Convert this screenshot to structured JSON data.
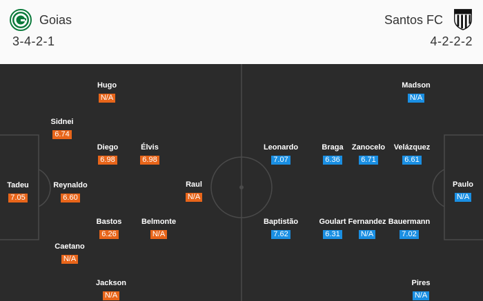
{
  "home": {
    "name": "Goias",
    "formation": "3-4-2-1",
    "color": "#e8651a",
    "logo_icon": "goias-crest-icon",
    "players": [
      {
        "name": "Tadeu",
        "rating": "7.05"
      },
      {
        "name": "Sidnei",
        "rating": "6.74"
      },
      {
        "name": "Reynaldo",
        "rating": "6.60"
      },
      {
        "name": "Caetano",
        "rating": "N/A"
      },
      {
        "name": "Hugo",
        "rating": "N/A"
      },
      {
        "name": "Diego",
        "rating": "6.98"
      },
      {
        "name": "Bastos",
        "rating": "6.26"
      },
      {
        "name": "Jackson",
        "rating": "N/A"
      },
      {
        "name": "Élvis",
        "rating": "6.98"
      },
      {
        "name": "Belmonte",
        "rating": "N/A"
      },
      {
        "name": "Raul",
        "rating": "N/A"
      }
    ]
  },
  "away": {
    "name": "Santos FC",
    "formation": "4-2-2-2",
    "color": "#1a8fe3",
    "logo_icon": "santos-crest-icon",
    "players": [
      {
        "name": "Paulo",
        "rating": "N/A"
      },
      {
        "name": "Madson",
        "rating": "N/A"
      },
      {
        "name": "Velázquez",
        "rating": "6.61"
      },
      {
        "name": "Bauermann",
        "rating": "7.02"
      },
      {
        "name": "Pires",
        "rating": "N/A"
      },
      {
        "name": "Zanocelo",
        "rating": "6.71"
      },
      {
        "name": "Fernandez",
        "rating": "N/A"
      },
      {
        "name": "Braga",
        "rating": "6.36"
      },
      {
        "name": "Goulart",
        "rating": "6.31"
      },
      {
        "name": "Leonardo",
        "rating": "7.07"
      },
      {
        "name": "Baptistão",
        "rating": "7.62"
      }
    ]
  }
}
